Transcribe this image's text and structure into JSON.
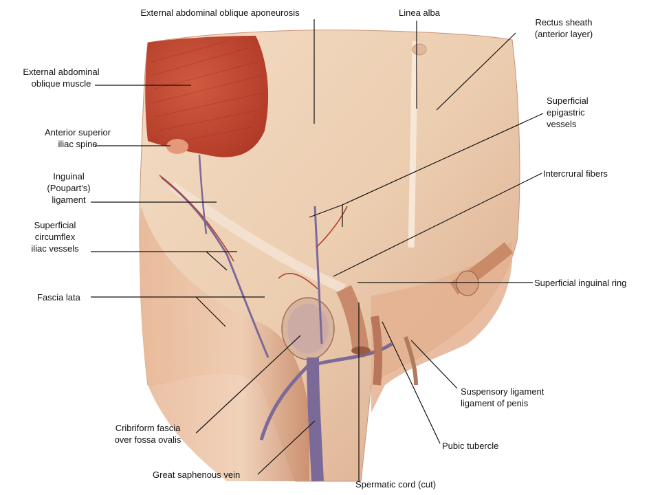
{
  "colors": {
    "background": "#ffffff",
    "skin_tissue": "#eed0b4",
    "muscle_red": "#c54a34",
    "vein_purple": "#7b6a98",
    "vessel_red": "#b23a24",
    "leader_line": "#111111"
  },
  "labels": {
    "ext_oblique_aponeurosis": "External abdominal oblique aponeurosis",
    "linea_alba": "Linea alba",
    "rectus_sheath": [
      "Rectus sheath",
      "(anterior layer)"
    ],
    "ext_oblique_muscle": [
      "External abdominal",
      "oblique muscle"
    ],
    "asis": [
      "Anterior superior",
      "iliac spine"
    ],
    "inguinal_ligament": [
      "Inguinal",
      "(Poupart's)",
      "ligament"
    ],
    "superficial_circumflex": [
      "Superficial",
      "circumflex",
      "iliac vessels"
    ],
    "fascia_lata": "Fascia lata",
    "cribriform_fascia": [
      "Cribriform fascia",
      "over fossa ovalis"
    ],
    "great_saphenous": "Great saphenous vein",
    "superficial_epigastric": [
      "Superficial",
      "epigastric",
      "vessels"
    ],
    "intercrural_fibers": "Intercrural fibers",
    "superficial_inguinal_ring": "Superficial inguinal ring",
    "suspensory_ligament": [
      "Suspensory ligament",
      "ligament of penis"
    ],
    "pubic_tubercle": "Pubic tubercle",
    "spermatic_cord": "Spermatic cord (cut)"
  }
}
